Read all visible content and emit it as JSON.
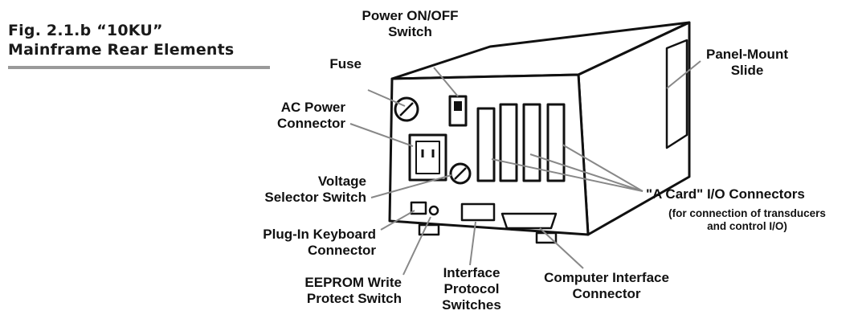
{
  "figure": {
    "title_line1": "Fig. 2.1.b  “10KU”",
    "title_line2": "Mainframe Rear Elements"
  },
  "labels": {
    "power_switch": [
      "Power ON/OFF",
      "Switch"
    ],
    "fuse": "Fuse",
    "ac_power": [
      "AC Power",
      "Connector"
    ],
    "voltage_selector": [
      "Voltage",
      "Selector Switch"
    ],
    "keyboard": [
      "Plug-In Keyboard",
      "Connector"
    ],
    "eeprom": [
      "EEPROM Write",
      "Protect Switch"
    ],
    "interface_switches": [
      "Interface",
      "Protocol",
      "Switches"
    ],
    "computer_interface": [
      "Computer Interface",
      "Connector"
    ],
    "panel_mount": [
      "Panel-Mount",
      "Slide"
    ],
    "a_card": "\"A Card\" I/O Connectors",
    "a_card_note": [
      "(for connection of transducers",
      "and control I/O)"
    ]
  },
  "colors": {
    "ink": "#111111",
    "rule": "#9a9a9a",
    "fill": "#ffffff"
  }
}
